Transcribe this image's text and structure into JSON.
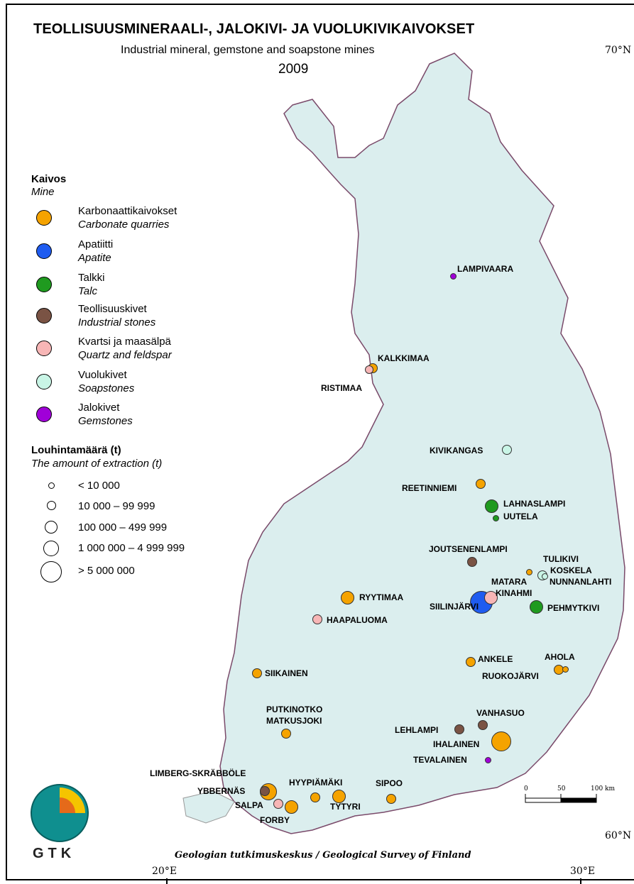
{
  "title": "TEOLLISUUSMINERAALI-, JALOKIVI- JA VUOLUKIVIKAIVOKSET",
  "subtitle": "Industrial mineral, gemstone and soapstone mines",
  "year": "2009",
  "graticule": {
    "lat_top": "70°N",
    "lat_bottom": "60°N",
    "lon_left": "20°E",
    "lon_right": "30°E"
  },
  "legend": {
    "mine_heading": "Kaivos",
    "mine_heading_en": "Mine",
    "categories": [
      {
        "fi": "Karbonaattikaivokset",
        "en": "Carbonate quarries",
        "color": "#f5a300"
      },
      {
        "fi": "Apatiitti",
        "en": "Apatite",
        "color": "#1f5cf0"
      },
      {
        "fi": "Talkki",
        "en": "Talc",
        "color": "#1f9a1f"
      },
      {
        "fi": "Teollisuuskivet",
        "en": "Industrial stones",
        "color": "#7a5344"
      },
      {
        "fi": "Kvartsi ja maasälpä",
        "en": "Quartz and feldspar",
        "color": "#f7b6b6"
      },
      {
        "fi": "Vuolukivet",
        "en": "Soapstones",
        "color": "#c9f5e6"
      },
      {
        "fi": "Jalokivet",
        "en": "Gemstones",
        "color": "#a000d8"
      }
    ],
    "size_heading": "Louhintamäärä (t)",
    "size_heading_en": "The amount of extraction (t)",
    "size_classes": [
      "< 10 000",
      "10 000 – 99 999",
      "100 000 – 499 999",
      "1 000 000 – 4 999 999",
      "> 5 000 000"
    ]
  },
  "mines": [
    {
      "name": "LAMPIVAARA",
      "type": "gemstone"
    },
    {
      "name": "KALKKIMAA",
      "type": "carbonate"
    },
    {
      "name": "RISTIMAA",
      "type": "quartz"
    },
    {
      "name": "KIVIKANGAS",
      "type": "soapstone"
    },
    {
      "name": "REETINNIEMI",
      "type": "carbonate"
    },
    {
      "name": "LAHNASLAMPI",
      "type": "talc"
    },
    {
      "name": "UUTELA",
      "type": "talc"
    },
    {
      "name": "JOUTSENENLAMPI",
      "type": "industrial"
    },
    {
      "name": "MATARA",
      "type": "carbonate"
    },
    {
      "name": "TULIKIVI",
      "type": "soapstone"
    },
    {
      "name": "KOSKELA",
      "type": "soapstone"
    },
    {
      "name": "NUNNANLAHTI",
      "type": "soapstone"
    },
    {
      "name": "KINAHMI",
      "type": "quartz"
    },
    {
      "name": "SIILINJÄRVI",
      "type": "apatite"
    },
    {
      "name": "PEHMYTKIVI",
      "type": "talc"
    },
    {
      "name": "RYYTIMAA",
      "type": "carbonate"
    },
    {
      "name": "HAAPALUOMA",
      "type": "quartz"
    },
    {
      "name": "ANKELE",
      "type": "carbonate"
    },
    {
      "name": "AHOLA",
      "type": "carbonate"
    },
    {
      "name": "RUOKOJÄRVI",
      "type": "carbonate"
    },
    {
      "name": "SIIKAINEN",
      "type": "carbonate"
    },
    {
      "name": "PUTKINOTKO",
      "type": "carbonate"
    },
    {
      "name": "MATKUSJOKI",
      "type": "carbonate"
    },
    {
      "name": "VANHASUO",
      "type": "industrial"
    },
    {
      "name": "LEHLAMPI",
      "type": "industrial"
    },
    {
      "name": "IHALAINEN",
      "type": "carbonate"
    },
    {
      "name": "TEVALAINEN",
      "type": "gemstone"
    },
    {
      "name": "LIMBERG-SKRÄBBÖLE",
      "type": "carbonate"
    },
    {
      "name": "YBBERNÄS",
      "type": "industrial"
    },
    {
      "name": "HYYPIÄMÄKI",
      "type": "carbonate"
    },
    {
      "name": "SIPOO",
      "type": "carbonate"
    },
    {
      "name": "SALPA",
      "type": "quartz"
    },
    {
      "name": "TYTYRI",
      "type": "carbonate"
    },
    {
      "name": "FORBY",
      "type": "carbonate"
    }
  ],
  "scale_bar": {
    "labels": [
      "0",
      "50",
      "100 km"
    ]
  },
  "logo_text": "GTK",
  "footer": "Geologian tutkimuskeskus / Geological Survey of Finland"
}
